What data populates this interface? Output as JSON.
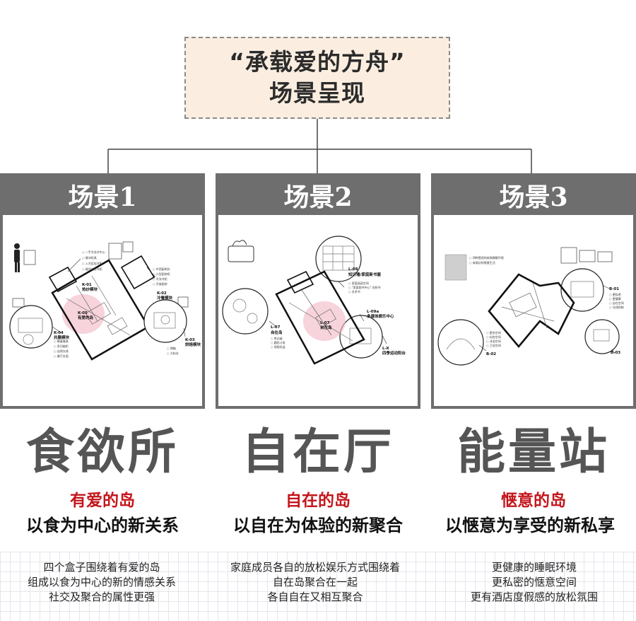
{
  "title": {
    "line1": "“承载爱的方舟”",
    "line2": "场景呈现"
  },
  "scenes": [
    {
      "header": "场景1",
      "name": "食欲所",
      "red_subtitle": "有爱的岛",
      "subtitle": "以食为中心的新关系",
      "description": [
        "四个盒子围绕着有爱的岛",
        "组成以食为中心的新的情感关系",
        "社交及聚合的属性更强"
      ],
      "labels": [
        "K-01",
        "热炒模块",
        "K-02",
        "冷餐模块",
        "K-05",
        "有爱的岛",
        "K-04",
        "共膳模块",
        "K-03",
        "烘焙模块"
      ]
    },
    {
      "header": "场景2",
      "name": "自在厅",
      "red_subtitle": "自在的岛",
      "subtitle": "以自在为体验的新聚合",
      "description": [
        "家庭成员各自的放松娱乐方式围绕着",
        "自在岛聚合在一起",
        "各自自在又相互聚合"
      ],
      "labels": [
        "L-08",
        "知识墙/家庭新书屋",
        "L-07",
        "自在岛",
        "L-09a",
        "多媒体娱乐中心",
        "L-X",
        "四季运动阳台"
      ]
    },
    {
      "header": "场景3",
      "name": "能量站",
      "red_subtitle": "惬意的岛",
      "subtitle": "以惬意为享受的新私享",
      "description": [
        "更健康的睡眠环境",
        "更私密的惬意空间",
        "更有酒店度假感的放松氛围"
      ],
      "labels": [
        "B-01",
        "B-02",
        "B-03"
      ]
    }
  ],
  "colors": {
    "header_gray": "#6e6e6e",
    "title_bg": "#fbeee0",
    "accent_red": "#c4161c",
    "name_gray": "#555555",
    "highlight_pink": "#f2b6c4"
  }
}
